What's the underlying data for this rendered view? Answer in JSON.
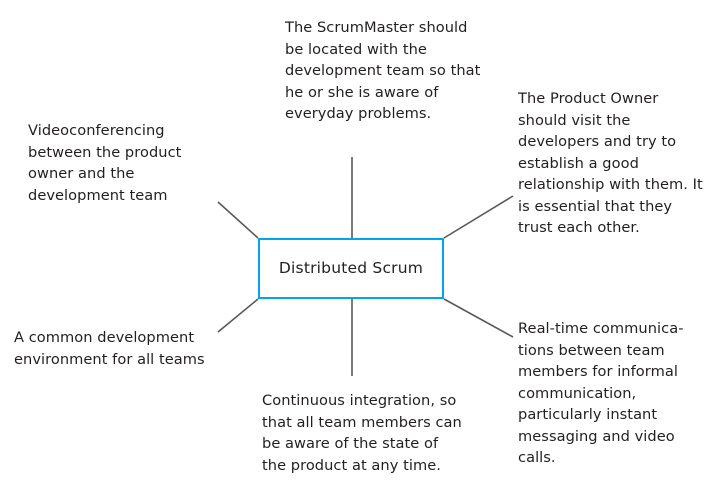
{
  "diagram": {
    "title": "Distributed Scrum",
    "center": {
      "label": "Distributed Scrum",
      "border_color": "#00a7e8",
      "fill_color": "#ffffff"
    },
    "connector_color": "#58595b",
    "text_color": "#231f20",
    "background_color": "#ffffff",
    "notes": [
      {
        "id": "top",
        "position": "top",
        "text": "The ScrumMaster should be located with the development team so that he or she is aware of everyday problems."
      },
      {
        "id": "top-right",
        "position": "top-right",
        "text": "The Product Owner should visit the developers and try to establish a good relationship with them. It is essential that they trust each other."
      },
      {
        "id": "left",
        "position": "upper-left",
        "text": "Videoconferencing between the product owner and the development team"
      },
      {
        "id": "bottom-left",
        "position": "lower-left",
        "text": "A common development environment for all teams"
      },
      {
        "id": "bottom-right",
        "position": "lower-right",
        "text": "Real-time communica-tions between team members for informal communication, particularly instant messaging and video calls."
      },
      {
        "id": "bottom",
        "position": "bottom",
        "text": "Continuous integration, so that all team members can be aware of the state of the product at any time."
      }
    ]
  }
}
